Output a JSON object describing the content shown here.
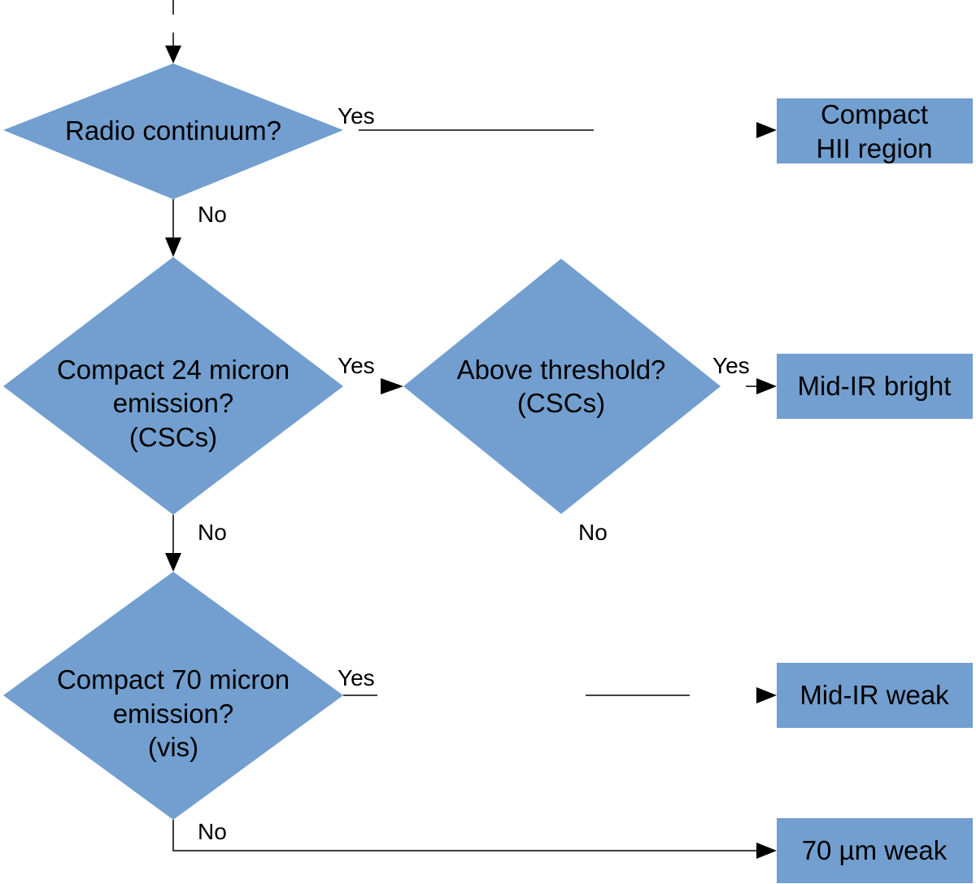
{
  "decisions": {
    "radio": {
      "lines": [
        "Radio continuum?"
      ]
    },
    "c24": {
      "lines": [
        "Compact 24 micron",
        "emission?",
        "(CSCs)"
      ]
    },
    "threshold": {
      "lines": [
        "Above threshold?",
        "(CSCs)"
      ]
    },
    "c70": {
      "lines": [
        "Compact 70 micron",
        "emission?",
        "(vis)"
      ]
    }
  },
  "outcomes": {
    "hii": {
      "lines": [
        "Compact",
        "HII region"
      ]
    },
    "mid_bright": {
      "lines": [
        "Mid-IR bright"
      ]
    },
    "mid_weak": {
      "lines": [
        "Mid-IR weak"
      ]
    },
    "weak70": {
      "lines": [
        "70 µm weak"
      ]
    }
  },
  "labels": {
    "radio_yes": "Yes",
    "radio_no": "No",
    "c24_yes": "Yes",
    "c24_no": "No",
    "threshold_yes": "Yes",
    "threshold_no": "No",
    "c70_yes": "Yes",
    "c70_no": "No"
  },
  "colors": {
    "shape_fill": "#729fcf",
    "line": "#000000"
  }
}
